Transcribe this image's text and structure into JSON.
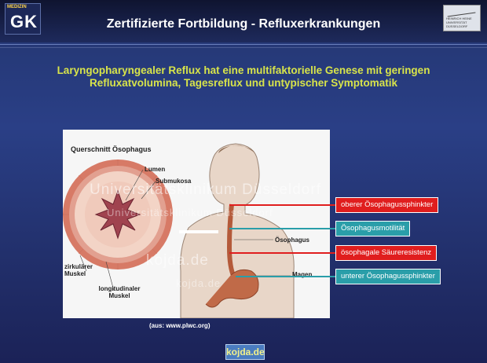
{
  "header": {
    "logo_small": "MEDIZIN",
    "logo_text": "GK",
    "title": "Zertifizierte Fortbildung - Refluxerkrankungen",
    "uni_logo_text": "HEINRICH HEINE UNIVERSITÄT DÜSSELDORF"
  },
  "subtitle": "Laryngopharyngealer Reflux hat eine multifaktorielle Genese mit geringen Refluxatvolumina, Tagesreflux und untypischer Symptomatik",
  "figure": {
    "title": "Querschnitt Ösophagus",
    "labels": {
      "lumen": "Lumen",
      "submukosa": "Submukosa",
      "oesophagus": "Ösophagus",
      "magen": "Magen",
      "zirkulaerer_muskel": "zirkulärer Muskel",
      "longitudinaler_muskel": "longitudinaler Muskel"
    },
    "watermarks": [
      "Universitätsklinikum Düsseldorf",
      "Universitätsklinikum Düsseldorf",
      "kojda.de",
      "kojda.de"
    ],
    "caption": "(aus: www.plwc.org)"
  },
  "callouts": [
    {
      "text": "oberer Ösophagussphinkter",
      "color": "#e01e1e"
    },
    {
      "text": "Ösophagusmotilität",
      "color": "#2a9ea9"
    },
    {
      "text": "ösophagale Säureresistenz",
      "color": "#e01e1e"
    },
    {
      "text": "unterer Ösophagussphinkter",
      "color": "#2a9ea9"
    }
  ],
  "footer": {
    "logo_text": "kojda.de"
  }
}
